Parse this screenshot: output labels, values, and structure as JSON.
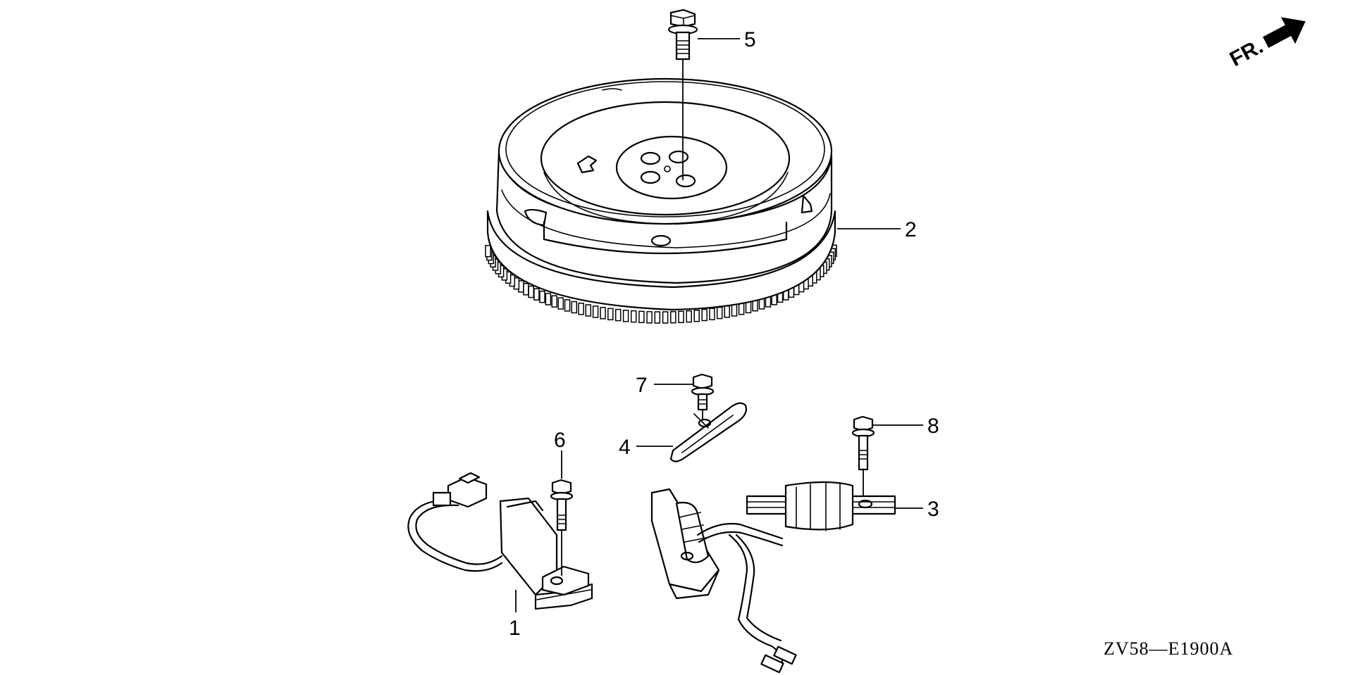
{
  "diagram": {
    "code": "ZV58—E1900A",
    "front_marker": {
      "label": "FR.",
      "icon": "front-direction-arrow-icon"
    },
    "callouts": [
      {
        "id": "callout-1",
        "number": "1",
        "part": "pulser-coil"
      },
      {
        "id": "callout-2",
        "number": "2",
        "part": "flywheel"
      },
      {
        "id": "callout-3",
        "number": "3",
        "part": "charge-coil"
      },
      {
        "id": "callout-4",
        "number": "4",
        "part": "coil-clamp"
      },
      {
        "id": "callout-5",
        "number": "5",
        "part": "flywheel-bolt"
      },
      {
        "id": "callout-6",
        "number": "6",
        "part": "pulser-coil-bolt"
      },
      {
        "id": "callout-7",
        "number": "7",
        "part": "clamp-bolt"
      },
      {
        "id": "callout-8",
        "number": "8",
        "part": "charge-coil-bolt"
      }
    ]
  }
}
